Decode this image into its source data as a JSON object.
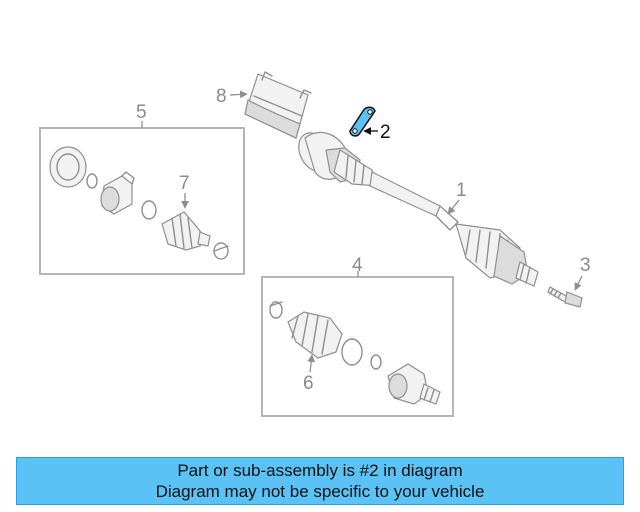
{
  "diagram": {
    "labels": {
      "part1": "1",
      "part2": "2",
      "part3": "3",
      "part4": "4",
      "part5": "5",
      "part6": "6",
      "part7": "7",
      "part8": "8"
    },
    "highlight_color": "#5bc2f5"
  },
  "banner": {
    "line1": "Part or sub-assembly is #2 in diagram",
    "line2": "Diagram may not be specific to your vehicle",
    "background": "#5bc2f5"
  }
}
